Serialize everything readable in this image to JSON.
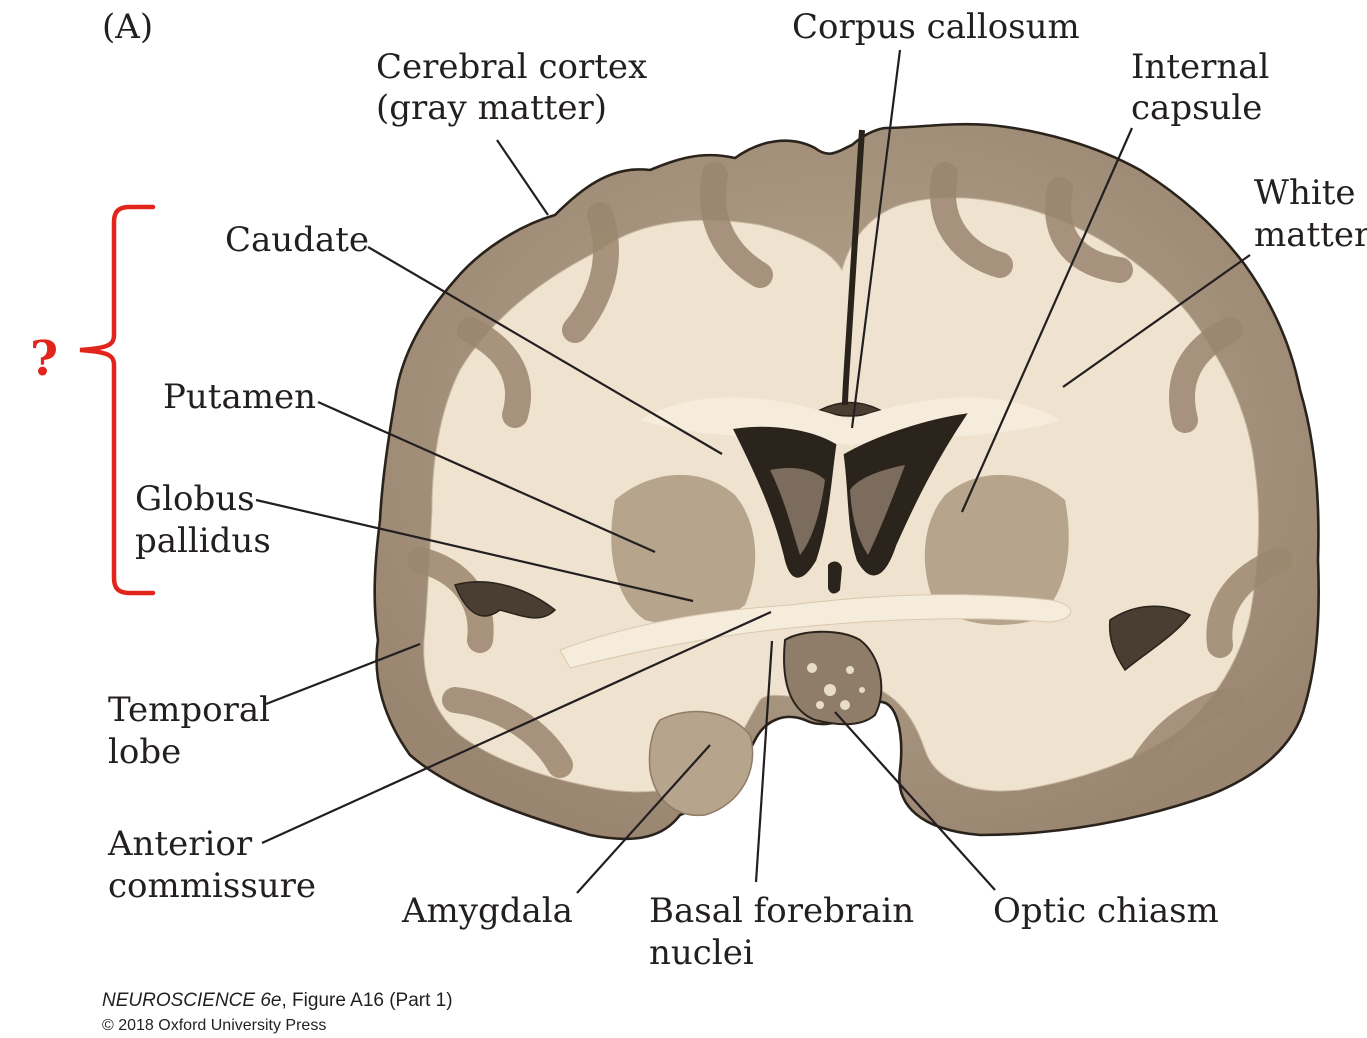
{
  "panel_label": "(A)",
  "question_mark": "?",
  "colors": {
    "bracket": "#e1251b",
    "gray_matter": "#a8957f",
    "gray_matter_dark": "#7d6a57",
    "white_matter": "#efe3cf",
    "ventricle": "#2b241d",
    "text": "#231f20"
  },
  "labels": {
    "cerebral_cortex": [
      "Cerebral cortex",
      "(gray matter)"
    ],
    "corpus_callosum": [
      "Corpus callosum"
    ],
    "internal_capsule": [
      "Internal",
      "capsule"
    ],
    "white_matter": [
      "White",
      "matter"
    ],
    "caudate": [
      "Caudate"
    ],
    "putamen": [
      "Putamen"
    ],
    "globus_pallidus": [
      "Globus",
      "pallidus"
    ],
    "temporal_lobe": [
      "Temporal",
      "lobe"
    ],
    "anterior_commissure": [
      "Anterior",
      "commissure"
    ],
    "amygdala": [
      "Amygdala"
    ],
    "basal_forebrain": [
      "Basal forebrain",
      "nuclei"
    ],
    "optic_chiasm": [
      "Optic chiasm"
    ]
  },
  "caption": {
    "book": "NEUROSCIENCE 6e",
    "figure": ", Figure A16 (Part 1)",
    "copyright": "© 2018 Oxford University Press"
  }
}
